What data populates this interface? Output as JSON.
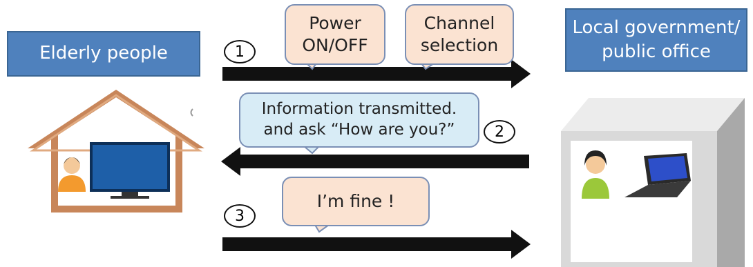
{
  "left_label": "Elderly people",
  "right_label_line1": "Local government/",
  "right_label_line2": "public office",
  "steps": [
    {
      "number": "1",
      "messages": [
        {
          "line1": "Power",
          "line2": "ON/OFF"
        },
        {
          "line1": "Channel",
          "line2": "selection"
        }
      ],
      "direction": "right"
    },
    {
      "number": "2",
      "messages": [
        {
          "line1": "Information transmitted.",
          "line2": "and  ask “How are you?”"
        }
      ],
      "direction": "left"
    },
    {
      "number": "3",
      "messages": [
        {
          "line1": "I’m fine !"
        }
      ],
      "direction": "right"
    }
  ],
  "colors": {
    "label_blue": "#4f81bd",
    "callout_peach": "#fbe3d2",
    "callout_blue": "#d8ecf6",
    "arrow": "#111111",
    "house": "#c8865a"
  }
}
